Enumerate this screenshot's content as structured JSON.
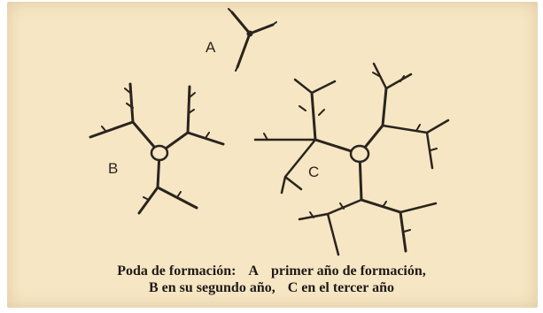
{
  "labels": {
    "a": "A",
    "b": "B",
    "c": "C"
  },
  "caption": {
    "line1_part1": "Poda de formación:",
    "line1_part2": "A",
    "line1_part3": "primer año de formación,",
    "line2_part1": "B",
    "line2_part2": "en su segundo año,",
    "line2_part3": "C",
    "line2_part4": "en el tercer año"
  },
  "colors": {
    "background": "#f6e6c3",
    "ink": "#2a241e"
  }
}
